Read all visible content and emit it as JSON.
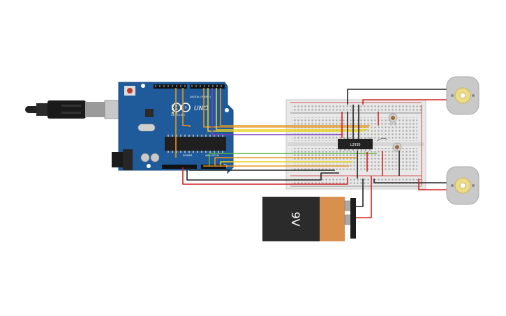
{
  "arduino": {
    "logo_text": "UNO",
    "brand": "ARDUINO",
    "digital_label": "DIGITAL (PWM~)",
    "power_label": "POWER",
    "analog_label": "ANALOG IN"
  },
  "driver_ic": {
    "label": "L293D"
  },
  "battery": {
    "label": "9V"
  },
  "colors": {
    "board_blue": "#1f5a9a",
    "breadboard": "#e8e8e8",
    "wire_orange": "#e8961e",
    "wire_yellow": "#e8d21e",
    "wire_purple": "#7a3ec2",
    "wire_green": "#5bb33a",
    "wire_red": "#d32222",
    "wire_black": "#222222",
    "battery_orange": "#d9904e"
  }
}
